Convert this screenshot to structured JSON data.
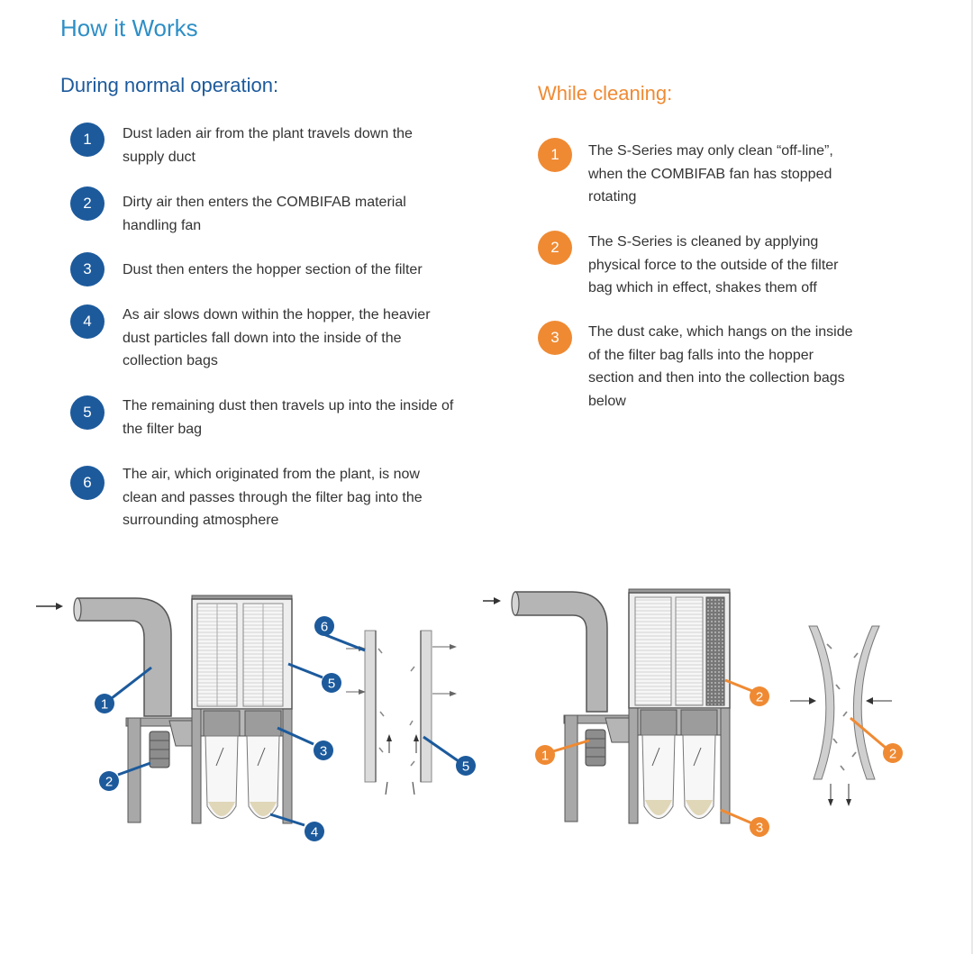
{
  "title": "How it Works",
  "normal": {
    "heading": "During normal operation:",
    "color": "#1c5a9c",
    "steps": [
      {
        "num": "1",
        "text": "Dust laden air from the plant travels down the supply duct"
      },
      {
        "num": "2",
        "text": "Dirty air then enters the COMBIFAB material handling fan"
      },
      {
        "num": "3",
        "text": "Dust then enters the hopper section of the filter"
      },
      {
        "num": "4",
        "text": "As air slows down within the hopper, the heavier dust particles fall down into the inside of the collection bags"
      },
      {
        "num": "5",
        "text": "The remaining dust then travels up into the inside of the filter bag"
      },
      {
        "num": "6",
        "text": "The air, which originated from the plant, is now clean and passes through the filter bag into the surrounding atmosphere"
      }
    ]
  },
  "cleaning": {
    "heading": "While cleaning:",
    "color": "#ef8a33",
    "steps": [
      {
        "num": "1",
        "text": "The S-Series may only clean “off-line”, when the COMBIFAB fan has stopped rotating"
      },
      {
        "num": "2",
        "text": "The S-Series is cleaned by applying physical force to the outside of the filter bag which in effect, shakes them off"
      },
      {
        "num": "3",
        "text": "The dust cake, which hangs on the inside of the filter bag falls into the hopper section and then into the collection bags below"
      }
    ]
  },
  "diagram_left_callouts": [
    "1",
    "2",
    "3",
    "4",
    "5",
    "6",
    "5"
  ],
  "diagram_right_callouts": [
    "1",
    "2",
    "3",
    "2"
  ]
}
